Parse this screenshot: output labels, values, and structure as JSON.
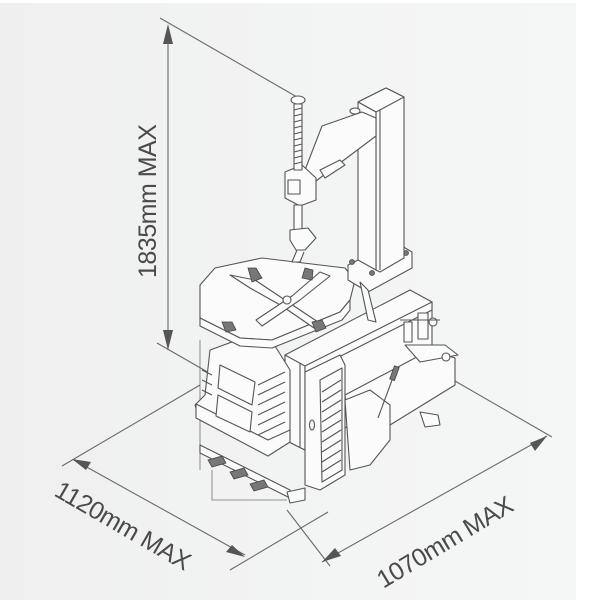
{
  "diagram": {
    "subject": "Tire changer machine (isometric line drawing)",
    "background_color": "#f2f3f3",
    "line_color": "#555555",
    "text_color": "#4a4a4a"
  },
  "dimensions": {
    "height": {
      "label": "1835mm MAX",
      "value_mm": 1835,
      "orientation": "vertical"
    },
    "depth": {
      "label": "1120mm MAX",
      "value_mm": 1120,
      "orientation": "diagonal-left"
    },
    "width": {
      "label": "1070mm MAX",
      "value_mm": 1070,
      "orientation": "diagonal-right"
    }
  },
  "components": [
    "vertical-column",
    "swing-arm",
    "mount-demount-head",
    "turntable-with-clamps",
    "control-housing",
    "foot-pedals",
    "bead-breaker-arm",
    "air-filter-regulator",
    "side-cover-grille"
  ]
}
